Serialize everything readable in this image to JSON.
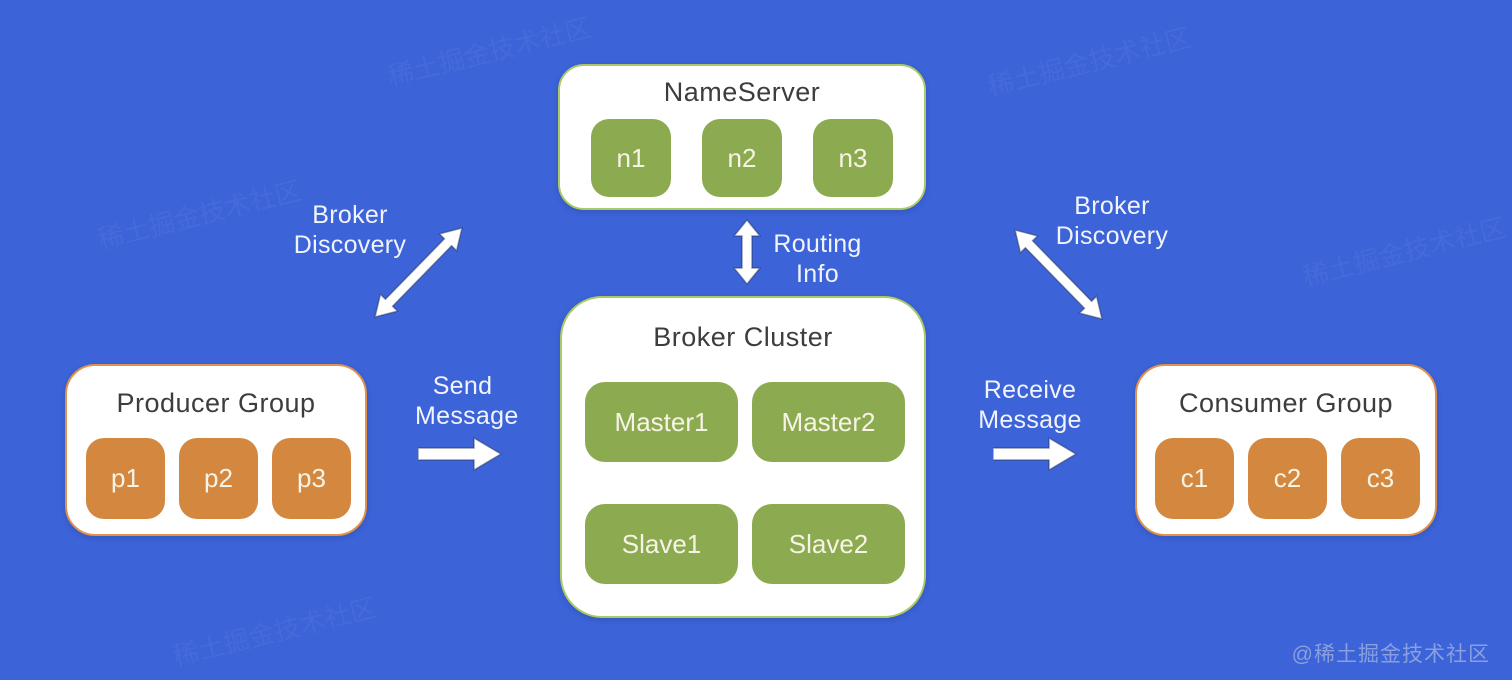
{
  "diagram": {
    "colors": {
      "background": "#3c63d8",
      "card_background": "#ffffff",
      "green_node": "#8caa50",
      "green_card_border": "#abc965",
      "orange_node": "#d3873f",
      "orange_card_border": "#e0914a",
      "card_title_text": "#3d3d3d",
      "node_text": "#f7f4e6",
      "flow_label_text": "#f2f4fc",
      "arrow_fill": "#ffffff"
    },
    "nameserver": {
      "title": "NameServer",
      "nodes": [
        "n1",
        "n2",
        "n3"
      ]
    },
    "broker_cluster": {
      "title": "Broker Cluster",
      "nodes": [
        "Master1",
        "Master2",
        "Slave1",
        "Slave2"
      ]
    },
    "producer_group": {
      "title": "Producer Group",
      "nodes": [
        "p1",
        "p2",
        "p3"
      ]
    },
    "consumer_group": {
      "title": "Consumer Group",
      "nodes": [
        "c1",
        "c2",
        "c3"
      ]
    },
    "labels": {
      "broker_discovery_left": "Broker\nDiscovery",
      "broker_discovery_right": "Broker\nDiscovery",
      "routing_info": "Routing\nInfo",
      "send_message": "Send\nMessage",
      "receive_message": "Receive\nMessage"
    },
    "watermark": "@稀土掘金技术社区",
    "background_watermark": "稀土掘金技术社区"
  }
}
